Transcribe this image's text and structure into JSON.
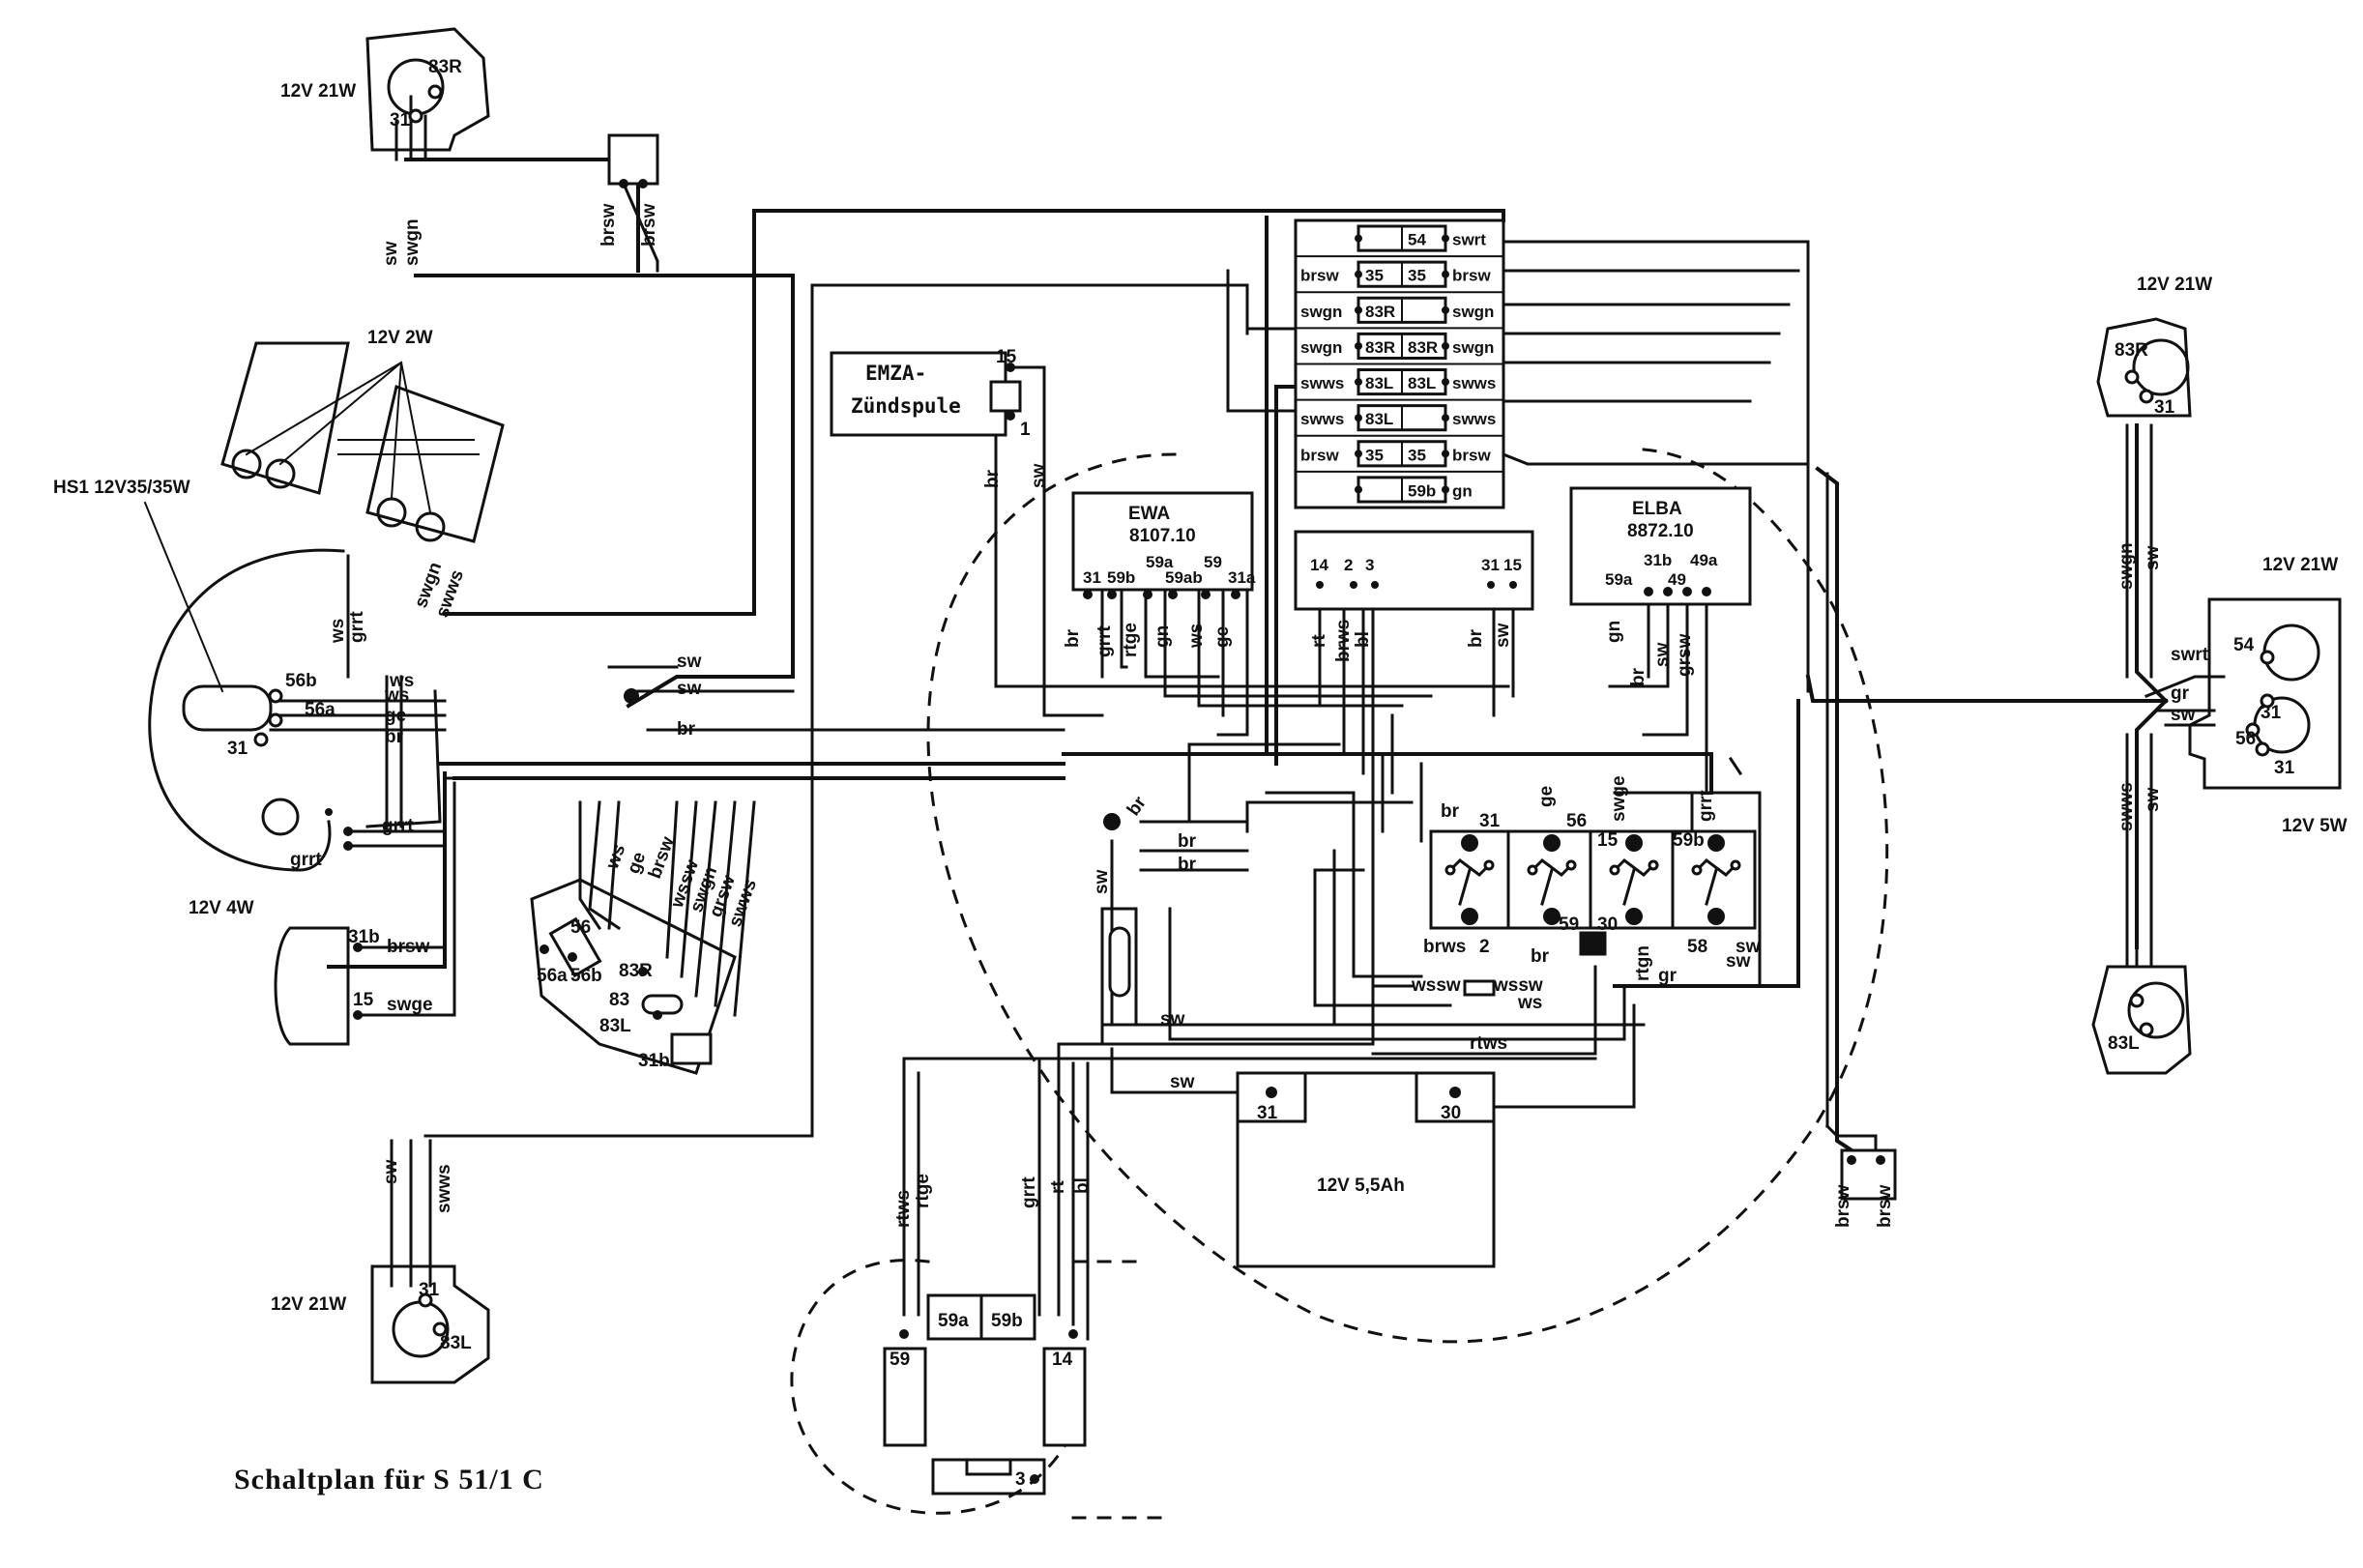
{
  "title": "Schaltplan für S 51/1 C",
  "components": {
    "emza": {
      "name": "EMZA-",
      "sub": "Zündspule",
      "pin_15": "15",
      "pin_1": "1"
    },
    "ewa": {
      "name": "EWA",
      "model": "8107.10",
      "pins": [
        "31",
        "59b",
        "59a",
        "59ab",
        "59",
        "31a"
      ]
    },
    "elba": {
      "name": "ELBA",
      "model": "8872.10",
      "pins": [
        "59a",
        "31b",
        "49",
        "49a"
      ]
    },
    "mid_module": {
      "pins_left": [
        "14",
        "2",
        "3"
      ],
      "pins_right": [
        "31",
        "15"
      ]
    },
    "battery": {
      "label": "12V 5,5Ah",
      "pin_neg": "31",
      "pin_pos": "30"
    },
    "headlight": {
      "label": "HS1 12V35/35W",
      "t56b": "56b",
      "t56a": "56a",
      "t31": "31"
    },
    "parking_lamp": {
      "label": "12V 4W"
    },
    "speedo_lamps": {
      "label": "12V 2W"
    },
    "horn": {
      "t31b": "31b",
      "t15": "15"
    },
    "handlebar_switch": {
      "t56": "56",
      "t56a": "56a",
      "t56b": "56b",
      "t83R": "83R",
      "t83": "83",
      "t83L": "83L",
      "t31b": "31b"
    },
    "ignition_switch": {
      "t31": "31",
      "t56": "56",
      "t15": "15",
      "t59b": "59b",
      "t2": "2",
      "t59": "59",
      "t30": "30",
      "t58": "58"
    },
    "generator": {
      "t59a": "59a",
      "t59b": "59b",
      "t59": "59",
      "t14": "14",
      "t3": "3"
    },
    "front_indicator_right": {
      "label": "12V 21W",
      "t83R": "83R",
      "t31": "31"
    },
    "front_indicator_left": {
      "label": "12V 21W",
      "t31": "31",
      "t83L": "83L"
    },
    "rear_indicator_right": {
      "label": "12V 21W",
      "t83R": "83R",
      "t31": "31"
    },
    "rear_indicator_left": {
      "t83L": "83L"
    },
    "tail_lamp": {
      "label_brake": "12V 21W",
      "label_tail": "12V 5W",
      "t54": "54",
      "t31": "31",
      "t56": "56",
      "t31b": "31"
    },
    "connector_block": {
      "rows": [
        {
          "left": "",
          "a": "",
          "b": "54",
          "right": "swrt"
        },
        {
          "left": "brsw",
          "a": "35",
          "b": "35",
          "right": "brsw"
        },
        {
          "left": "swgn",
          "a": "83R",
          "b": "",
          "right": "swgn"
        },
        {
          "left": "swgn",
          "a": "83R",
          "b": "83R",
          "right": "swgn"
        },
        {
          "left": "swws",
          "a": "83L",
          "b": "83L",
          "right": "swws"
        },
        {
          "left": "swws",
          "a": "83L",
          "b": "",
          "right": "swws"
        },
        {
          "left": "brsw",
          "a": "35",
          "b": "35",
          "right": "brsw"
        },
        {
          "left": "",
          "a": "",
          "b": "59b",
          "right": "gn"
        }
      ]
    }
  },
  "wire_labels": {
    "sw": "sw",
    "swgn": "swgn",
    "brsw": "brsw",
    "ws": "ws",
    "grrt": "grrt",
    "ge": "ge",
    "br": "br",
    "swge": "swge",
    "swws": "swws",
    "wssw": "wssw",
    "grsw": "grsw",
    "rt": "rt",
    "bl": "bl",
    "brws": "brws",
    "rtge": "rtge",
    "gn": "gn",
    "rtws": "rtws",
    "rtgn": "rtgn",
    "gr": "gr",
    "swrt": "swrt"
  }
}
